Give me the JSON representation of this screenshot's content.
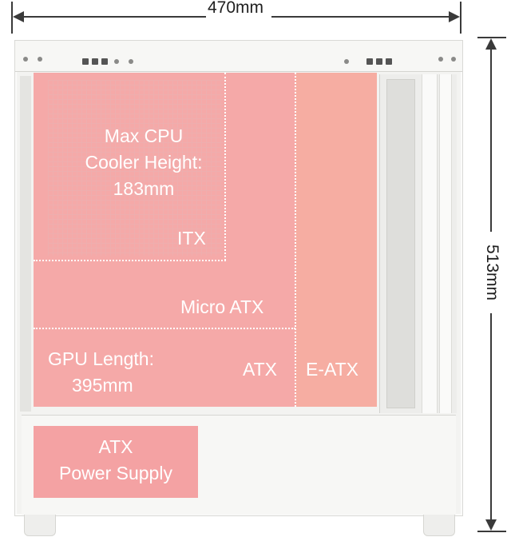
{
  "dimensions": {
    "width_label": "470mm",
    "height_label": "513mm"
  },
  "zones": {
    "cpu_cooler": {
      "line1": "Max CPU",
      "line2": "Cooler Height:",
      "line3": "183mm"
    },
    "itx": "ITX",
    "micro_atx": "Micro ATX",
    "atx": "ATX",
    "e_atx": "E-ATX",
    "gpu": {
      "line1": "GPU Length:",
      "line2": "395mm"
    },
    "psu": {
      "line1": "ATX",
      "line2": "Power Supply"
    }
  },
  "colors": {
    "zone_pink": "#f4a2a3",
    "eatx_salmon": "#f5a79c",
    "case_white": "#f3f3f1",
    "dimension_gray": "#3a3a3a"
  }
}
